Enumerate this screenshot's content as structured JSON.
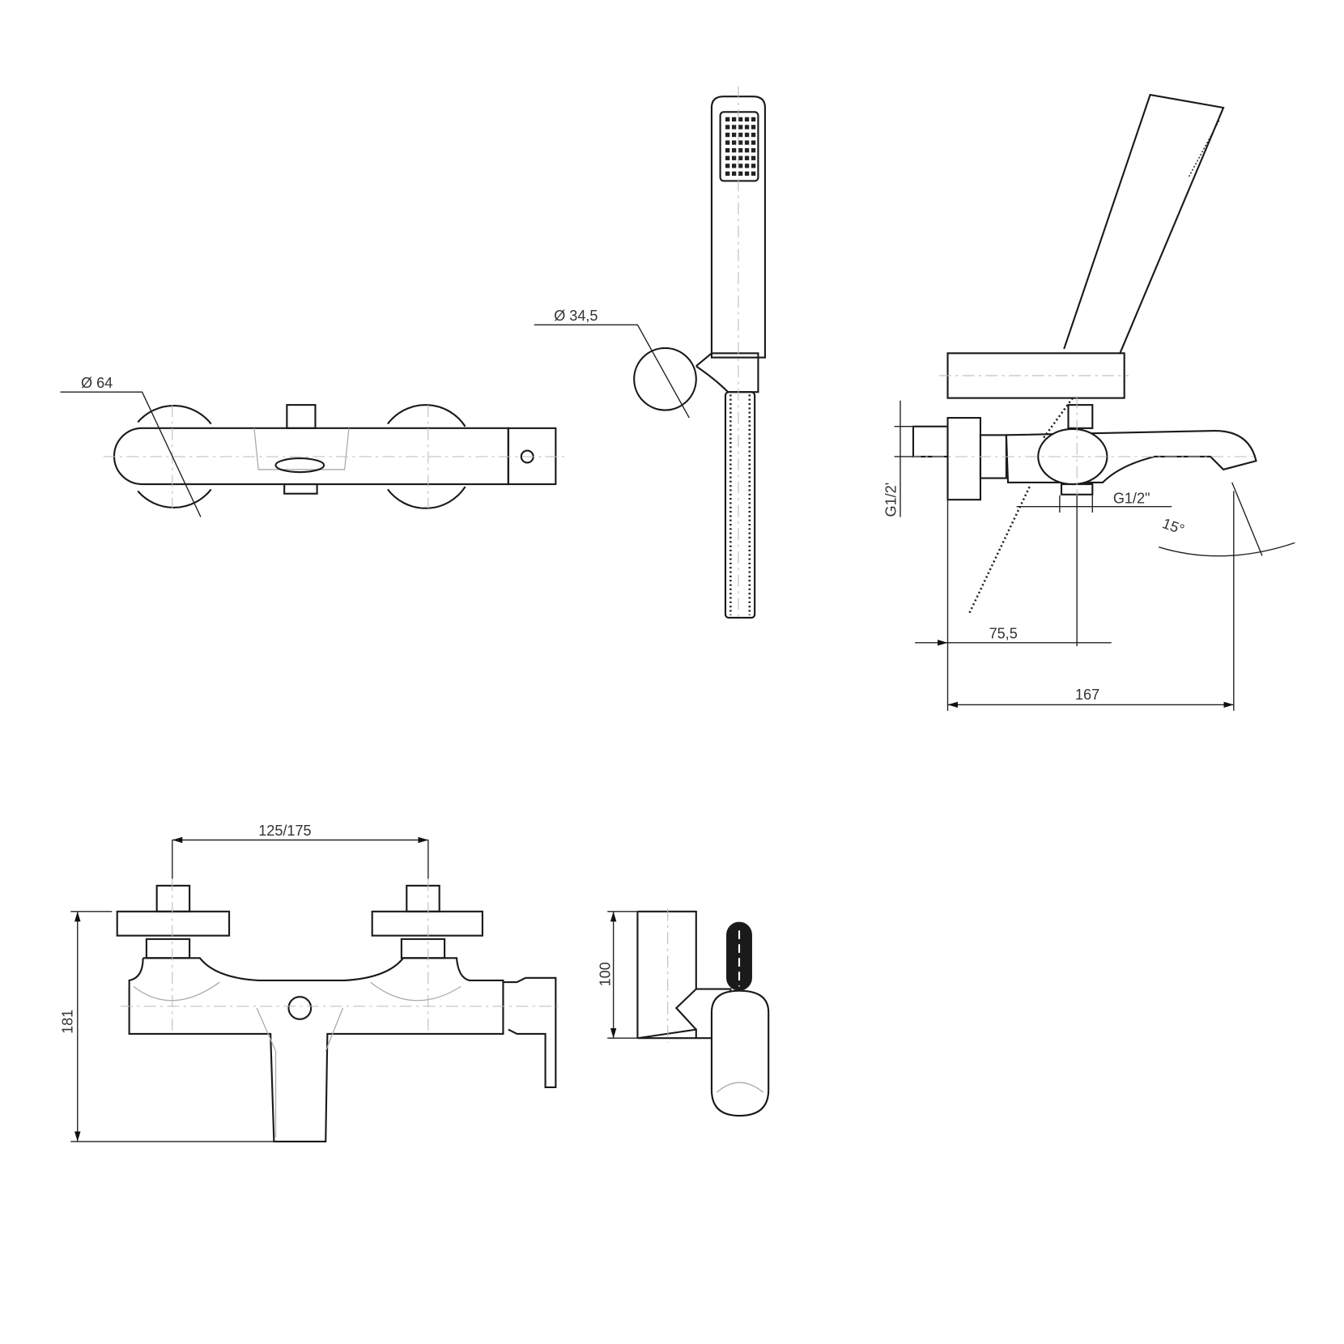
{
  "drawing": {
    "views": [
      "mixer-top-view",
      "hand-shower-front-view",
      "mixer-side-view",
      "mixer-front-view",
      "holder-side-view"
    ],
    "dimensions": {
      "escutcheon_diameter": "Ø 64",
      "holder_diameter": "Ø 34,5",
      "inlet_thread": "G1/2'",
      "outlet_thread": "G1/2\"",
      "spout_angle": "15°",
      "outlet_offset": "75,5",
      "spout_projection": "167",
      "inlet_centers": "125/175",
      "total_height": "181",
      "holder_height": "100"
    },
    "line_color": "#1a1a1a",
    "dimension_text_color": "#333333"
  }
}
